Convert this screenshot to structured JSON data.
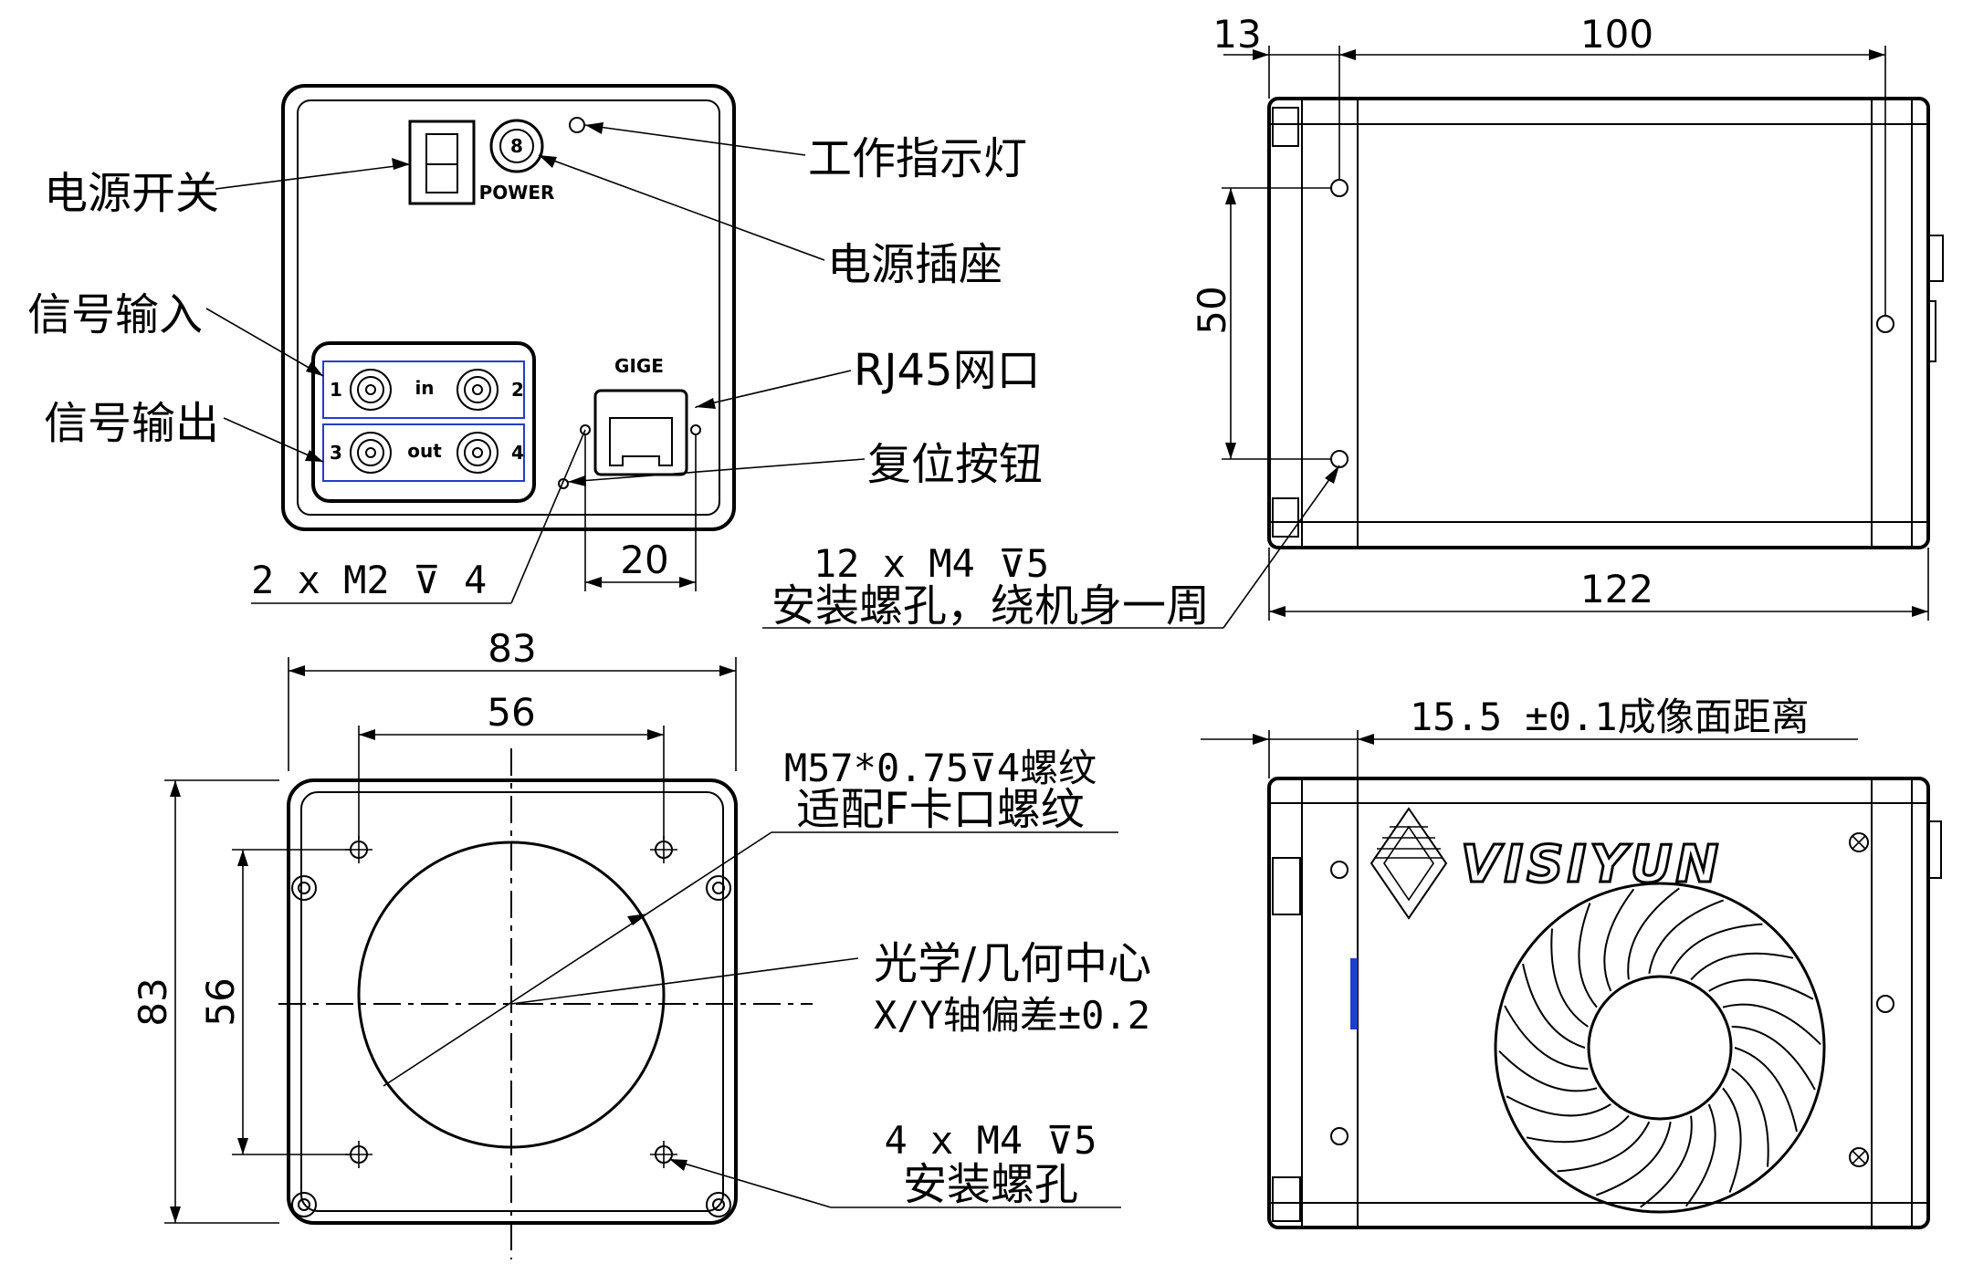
{
  "rear_view": {
    "labels": {
      "power_switch": "电源开关",
      "work_indicator": "工作指示灯",
      "power_socket": "电源插座",
      "signal_input": "信号输入",
      "signal_output": "信号输出",
      "rj45_port": "RJ45网口",
      "reset_button": "复位按钮"
    },
    "panel_text": {
      "power": "POWER",
      "power_pin": "8",
      "gige": "GIGE",
      "in": "in",
      "out": "out",
      "port1": "1",
      "port2": "2",
      "port3": "3",
      "port4": "4"
    },
    "dims": {
      "rj45_spacing": "20",
      "screw_note": "2 x M2 ⊽ 4"
    }
  },
  "side_view_top": {
    "dims": {
      "offset": "13",
      "length_100": "100",
      "hole_spacing": "50",
      "total_length": "122"
    },
    "notes": {
      "mount_line1": "12 x M4 ⊽5",
      "mount_line2": "安装螺孔，绕机身一周"
    }
  },
  "front_view": {
    "dims": {
      "width": "83",
      "hole_spacing_h": "56",
      "height": "83",
      "hole_spacing_v": "56"
    },
    "notes": {
      "thread_line1": "M57*0.75⊽4螺纹",
      "thread_line2": "适配F卡口螺纹",
      "center_line1": "光学/几何中心",
      "center_line2": "X/Y轴偏差±0.2",
      "holes_line1": "4 x  M4  ⊽5",
      "holes_line2": "安装螺孔"
    }
  },
  "side_view_bottom": {
    "notes": {
      "flange_distance": "15.5 ±0.1成像面距离"
    },
    "logo": "VISIYUN"
  },
  "colors": {
    "line": "#000000",
    "port_frame": "#1f3fc7",
    "background": "#ffffff"
  }
}
